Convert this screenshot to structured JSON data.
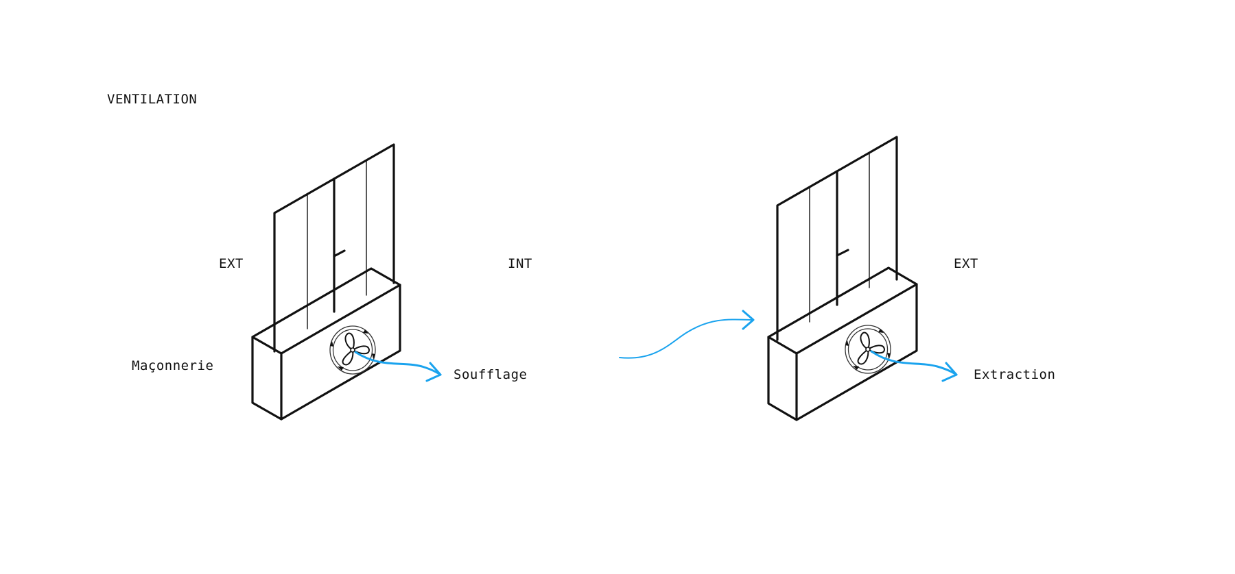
{
  "title": "VENTILATION",
  "left_unit": {
    "ext_label": "EXT",
    "int_label": "INT",
    "material_label": "Maçonnerie",
    "airflow_label": "Soufflage"
  },
  "right_unit": {
    "ext_label": "EXT",
    "airflow_label": "Extraction"
  },
  "colors": {
    "line": "#111111",
    "airflow_arrow": "#1aa3ee"
  },
  "icons": [
    "fan-icon",
    "airflow-arrow-icon"
  ]
}
